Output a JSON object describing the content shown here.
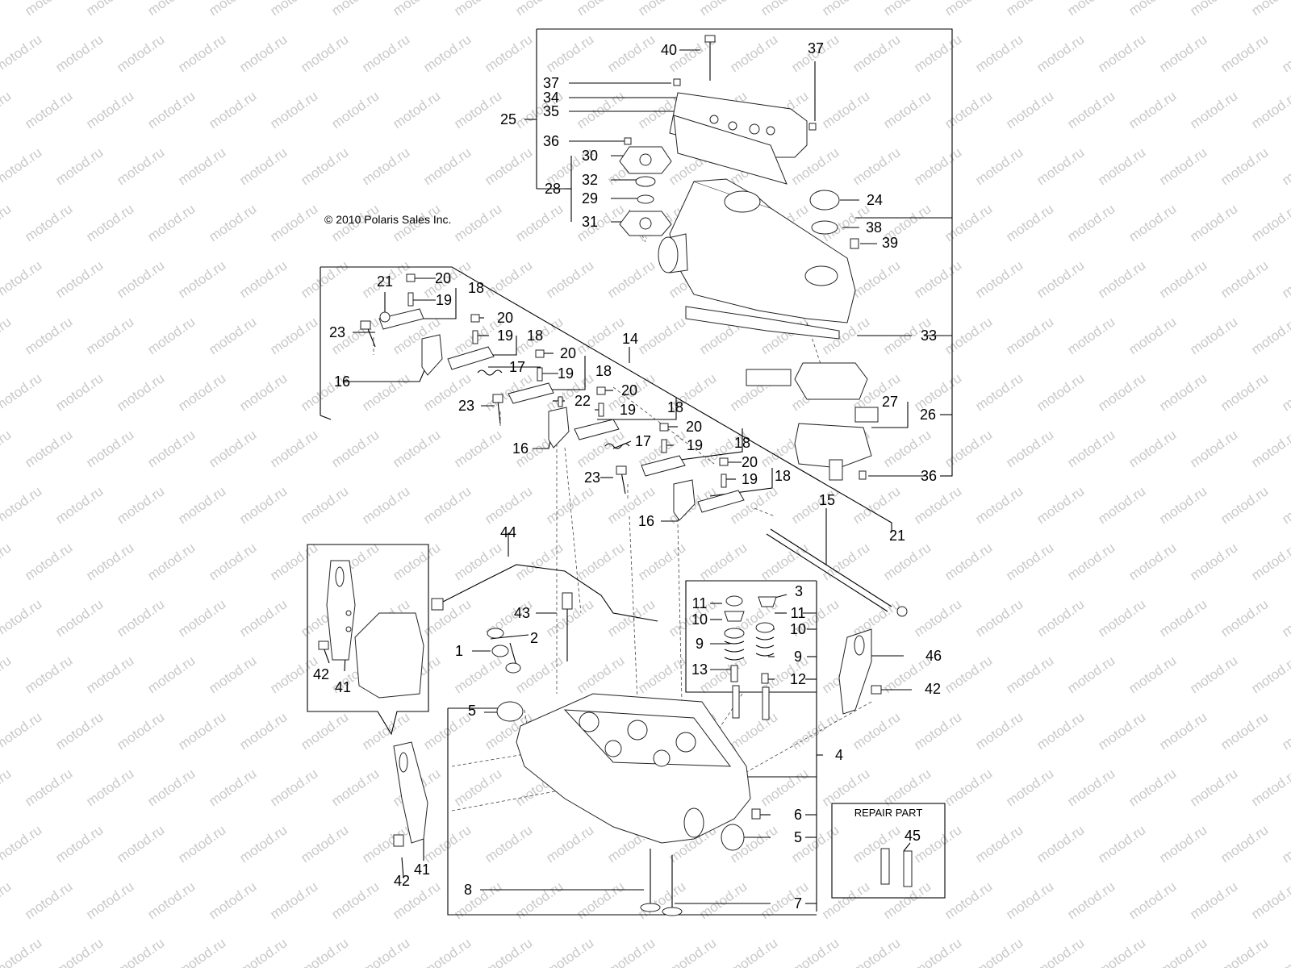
{
  "copyright": "© 2010 Polaris Sales Inc.",
  "repair_part": "REPAIR PART",
  "watermark": "motod.ru",
  "callouts": [
    "1",
    "2",
    "3",
    "4",
    "5",
    "6",
    "7",
    "8",
    "9",
    "10",
    "11",
    "12",
    "13",
    "14",
    "15",
    "16",
    "17",
    "18",
    "19",
    "20",
    "21",
    "22",
    "23",
    "24",
    "25",
    "26",
    "27",
    "28",
    "29",
    "30",
    "31",
    "32",
    "33",
    "34",
    "35",
    "36",
    "37",
    "38",
    "39",
    "40",
    "41",
    "42",
    "43",
    "44",
    "45",
    "46"
  ]
}
